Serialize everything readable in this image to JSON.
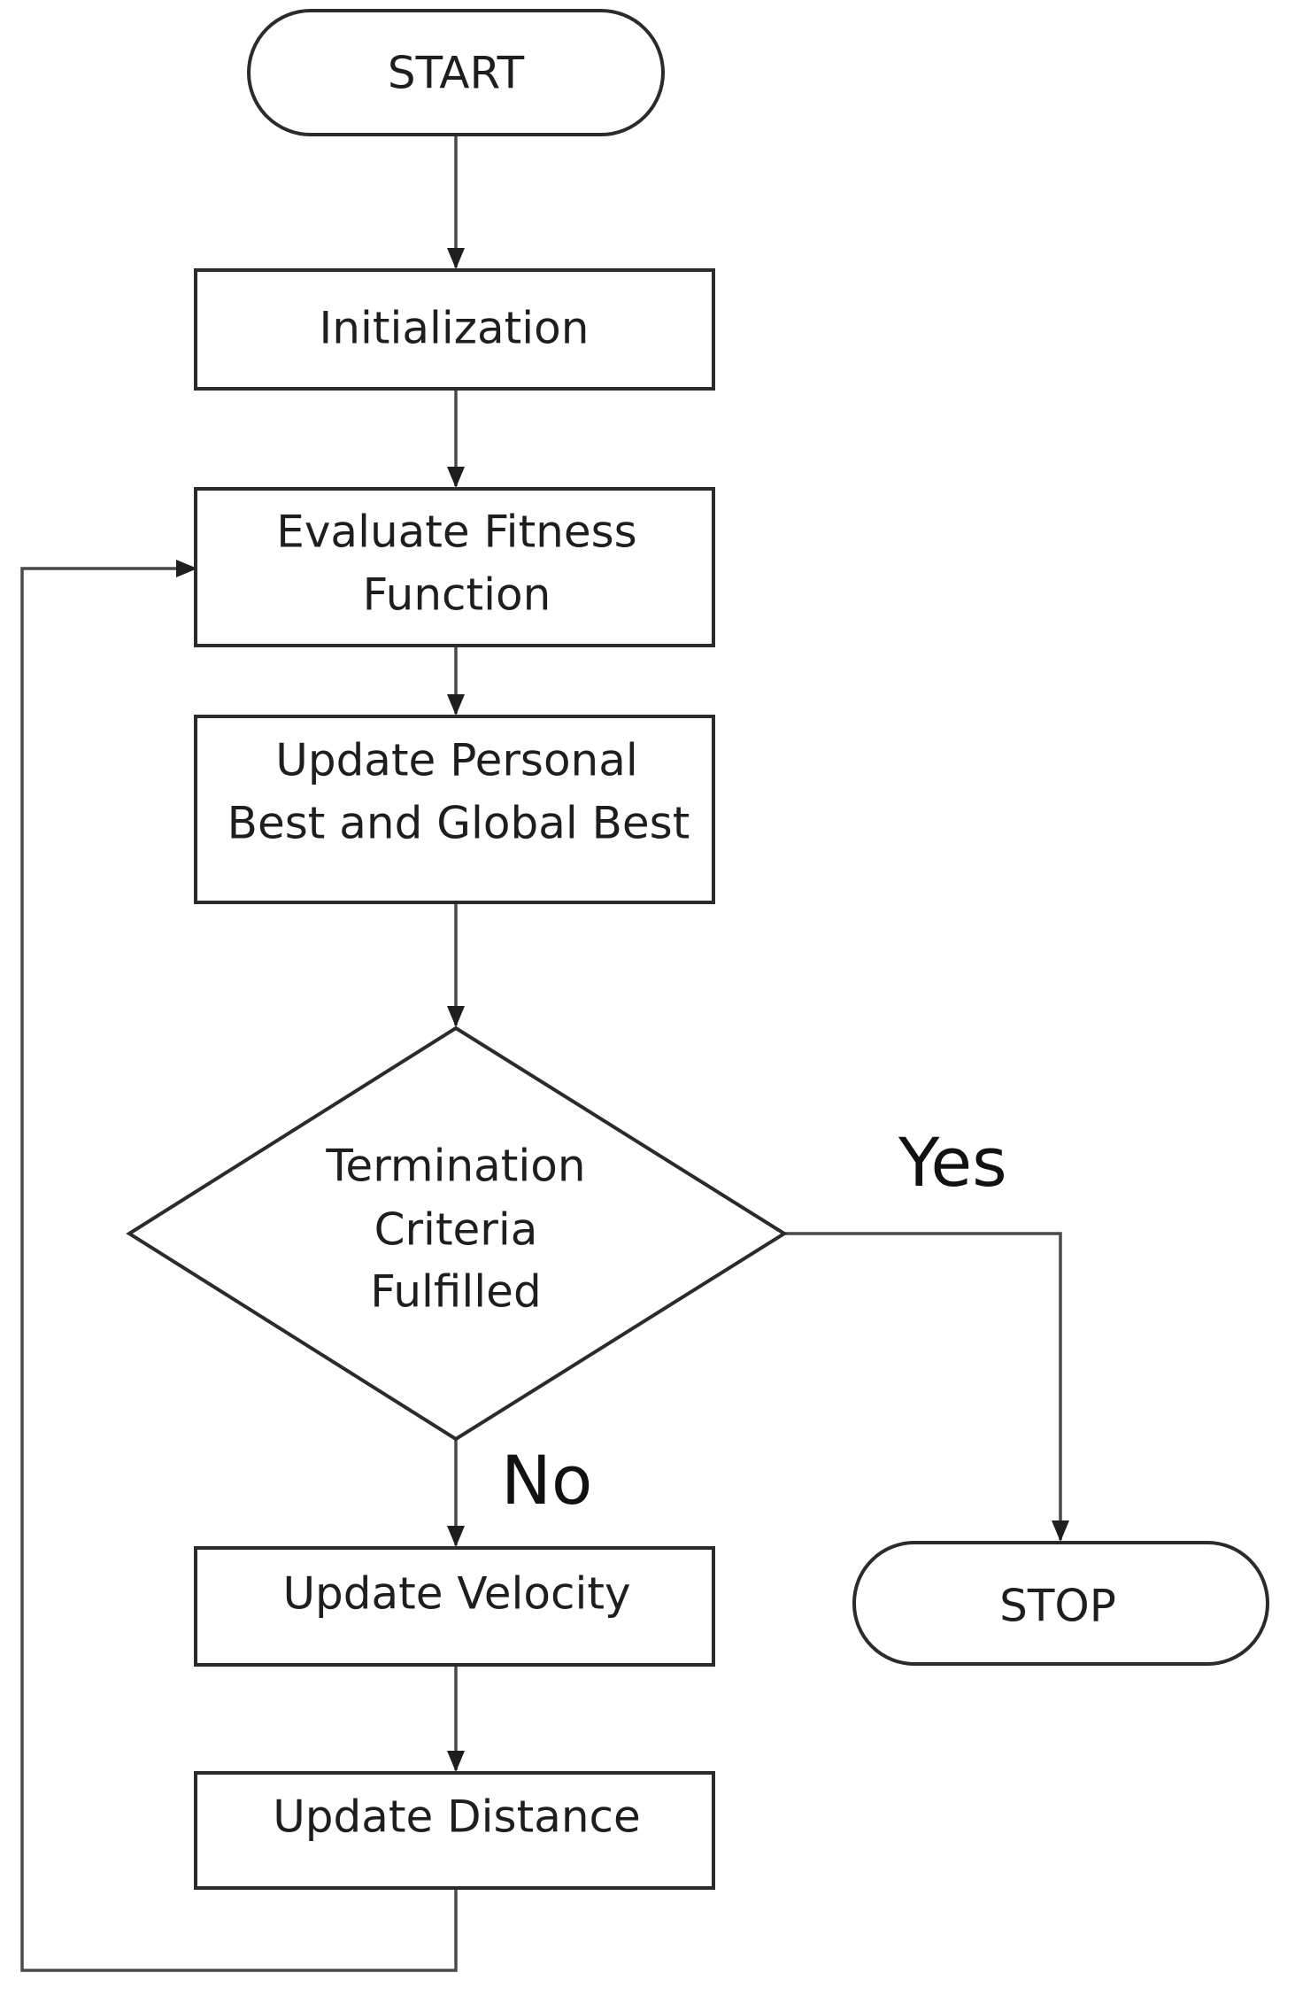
{
  "flowchart": {
    "nodes": {
      "start": {
        "type": "terminator",
        "label": "START"
      },
      "initialization": {
        "type": "process",
        "label": "Initialization"
      },
      "evaluate_fitness": {
        "type": "process",
        "lines": [
          "Evaluate Fitness",
          "Function"
        ]
      },
      "update_best": {
        "type": "process",
        "lines": [
          "Update Personal",
          "Best and Global Best"
        ]
      },
      "termination_check": {
        "type": "decision",
        "lines": [
          "Termination",
          "Criteria",
          "Fulfilled"
        ]
      },
      "update_velocity": {
        "type": "process",
        "label": "Update Velocity"
      },
      "update_distance": {
        "type": "process",
        "label": "Update Distance"
      },
      "stop": {
        "type": "terminator",
        "label": "STOP"
      }
    },
    "branches": {
      "yes_label": "Yes",
      "no_label": "No"
    },
    "edges": [
      {
        "from": "start",
        "to": "initialization"
      },
      {
        "from": "initialization",
        "to": "evaluate_fitness"
      },
      {
        "from": "evaluate_fitness",
        "to": "update_best"
      },
      {
        "from": "update_best",
        "to": "termination_check"
      },
      {
        "from": "termination_check",
        "to": "stop",
        "label": "Yes"
      },
      {
        "from": "termination_check",
        "to": "update_velocity",
        "label": "No"
      },
      {
        "from": "update_velocity",
        "to": "update_distance"
      },
      {
        "from": "update_distance",
        "to": "evaluate_fitness",
        "kind": "loop-back"
      }
    ]
  }
}
